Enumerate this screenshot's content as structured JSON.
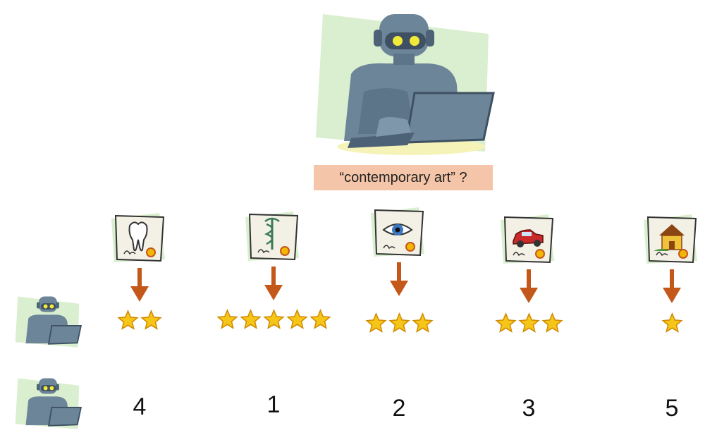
{
  "query": {
    "text": "“contemporary art” ?"
  },
  "colors": {
    "robot_body": "#6d8599",
    "robot_dark": "#4d6276",
    "robot_eye": "#f2ea3b",
    "backdrop": "#d9efcf",
    "arrow": "#c4581b",
    "star": "#f5c518",
    "query_bg": "#f4c5a8"
  },
  "documents": [
    {
      "topic": "tooth",
      "icon": "tooth-icon",
      "stars": 2,
      "rank": "4"
    },
    {
      "topic": "medicine",
      "icon": "caduceus-icon",
      "stars": 5,
      "rank": "1"
    },
    {
      "topic": "eye",
      "icon": "eye-icon",
      "stars": 3,
      "rank": "2"
    },
    {
      "topic": "car",
      "icon": "car-icon",
      "stars": 3,
      "rank": "3"
    },
    {
      "topic": "house",
      "icon": "house-icon",
      "stars": 1,
      "rank": "5"
    }
  ],
  "rows": [
    {
      "label": "relevance-stars-row",
      "icon": "robot-icon"
    },
    {
      "label": "rank-row",
      "icon": "robot-icon"
    }
  ]
}
